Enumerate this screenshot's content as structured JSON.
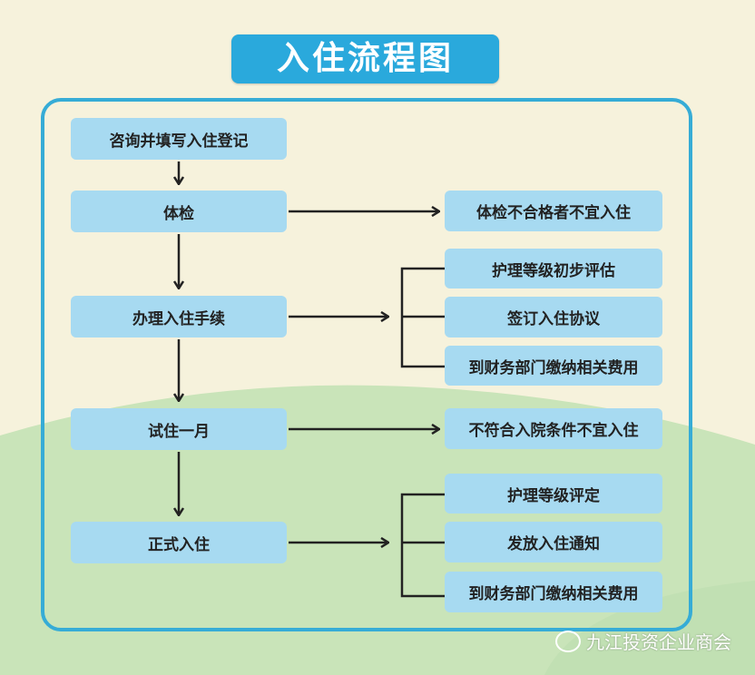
{
  "title": "入住流程图",
  "steps": [
    {
      "label": "咨询并填写入住登记"
    },
    {
      "label": "体检"
    },
    {
      "label": "办理入住手续"
    },
    {
      "label": "试住一月"
    },
    {
      "label": "正式入住"
    }
  ],
  "branches": {
    "checkup": [
      "体检不合格者不宜入住"
    ],
    "procedures": [
      "护理等级初步评估",
      "签订入住协议",
      "到财务部门缴纳相关费用"
    ],
    "trial": [
      "不符合入院条件不宜入住"
    ],
    "formal": [
      "护理等级评定",
      "发放入住通知",
      "到财务部门缴纳相关费用"
    ]
  },
  "watermark": "九江投资企业商会",
  "colors": {
    "title_bg": "#2aa9dc",
    "box_bg": "#a7daf1",
    "frame": "#36acd6",
    "hill": "#c9e4b9"
  }
}
